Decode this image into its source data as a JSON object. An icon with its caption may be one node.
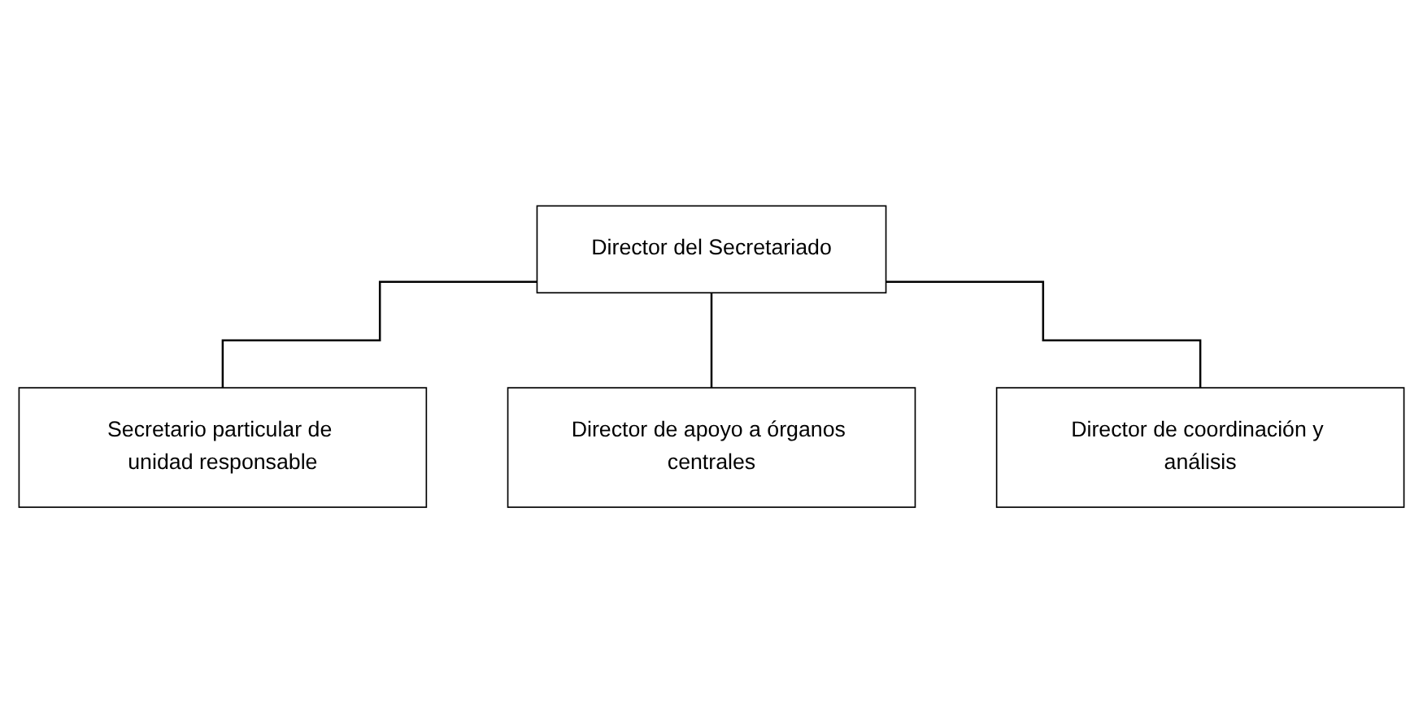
{
  "diagram": {
    "nodes": [
      {
        "text": [
          "Director del Secretariado"
        ]
      },
      {
        "text": [
          "Secretario particular de unidad responsable"
        ]
      },
      {
        "text": [
          "Director de apoyo a órganos centrales"
        ]
      },
      {
        "text": [
          "Director de coordinación y análisis"
        ]
      }
    ],
    "edges": [
      {
        "from": 0,
        "to": 1,
        "arrow": "none"
      },
      {
        "from": 0,
        "to": 2,
        "arrow": "none"
      },
      {
        "from": 0,
        "to": 3,
        "arrow": "none"
      }
    ]
  }
}
